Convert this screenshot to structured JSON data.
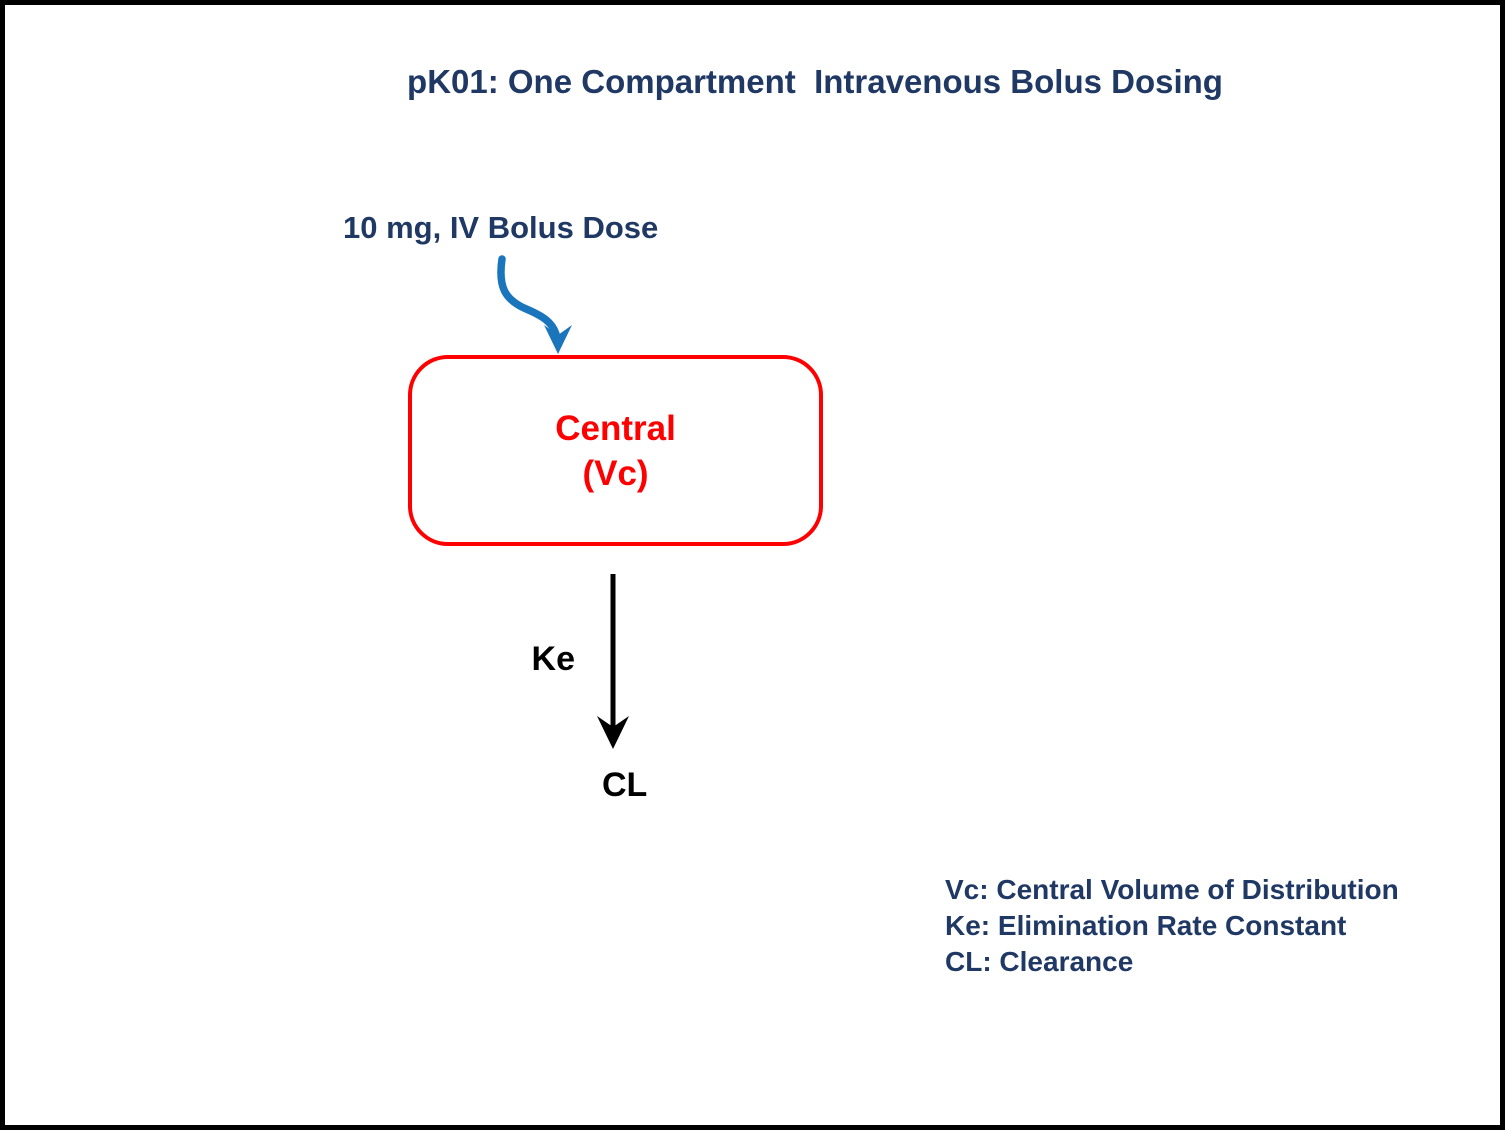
{
  "title": "pK01: One Compartment  Intravenous Bolus Dosing",
  "dose": {
    "label": "10 mg, IV Bolus Dose"
  },
  "compartment": {
    "name": "Central",
    "volume_label": "(Vc)"
  },
  "elimination": {
    "rate_constant_label": "Ke",
    "clearance_label": "CL"
  },
  "legend": {
    "items": [
      "Vc: Central Volume of Distribution",
      "Ke: Elimination Rate Constant",
      "CL: Clearance"
    ]
  },
  "colors": {
    "title_text": "#1F3864",
    "dose_arrow": "#1B75BC",
    "compartment_border": "#FF0000",
    "compartment_text": "#FF0000",
    "elimination_arrow": "#000000",
    "page_border": "#000000"
  }
}
